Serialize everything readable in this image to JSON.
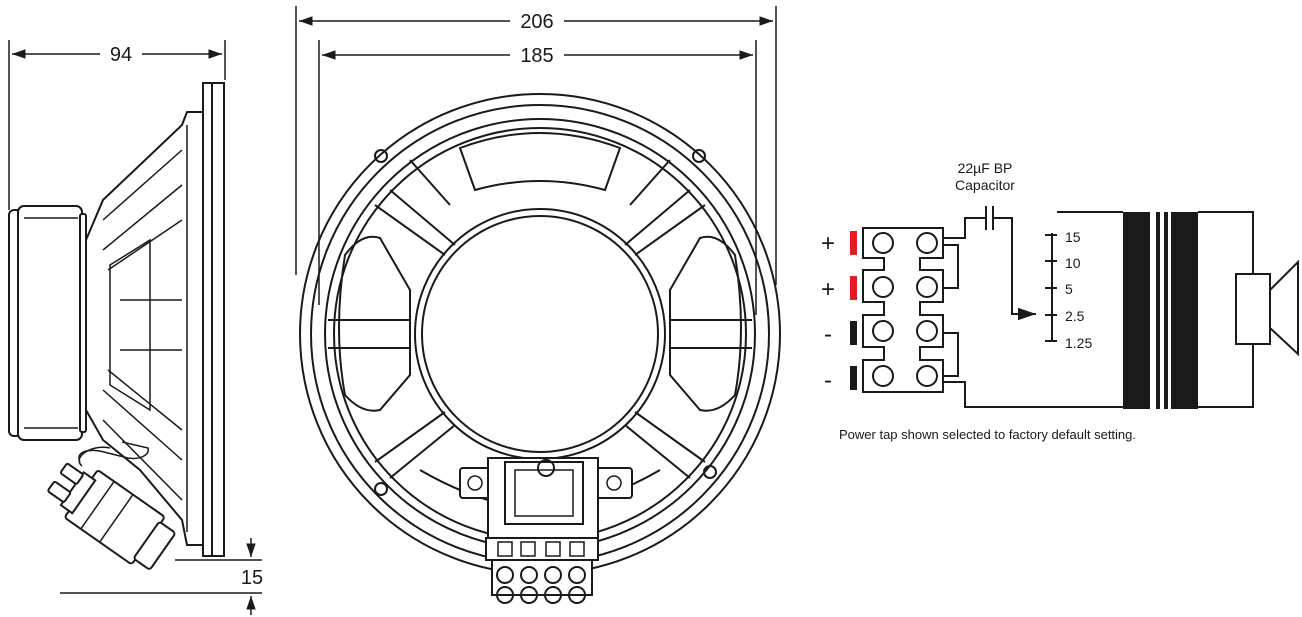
{
  "dimensions": {
    "side_depth": "94",
    "overall_diameter": "206",
    "cutout_diameter": "185",
    "rear_offset": "15"
  },
  "wiring": {
    "capacitor_line1": "22µF BP",
    "capacitor_line2": "Capacitor",
    "terminals": [
      {
        "polarity": "+",
        "color": "#e02020"
      },
      {
        "polarity": "+",
        "color": "#e02020"
      },
      {
        "polarity": "-",
        "color": "#1a1a1a"
      },
      {
        "polarity": "-",
        "color": "#1a1a1a"
      }
    ],
    "taps": [
      "15",
      "10",
      "5",
      "2.5",
      "1.25"
    ],
    "note": "Power tap shown selected to factory default setting."
  }
}
